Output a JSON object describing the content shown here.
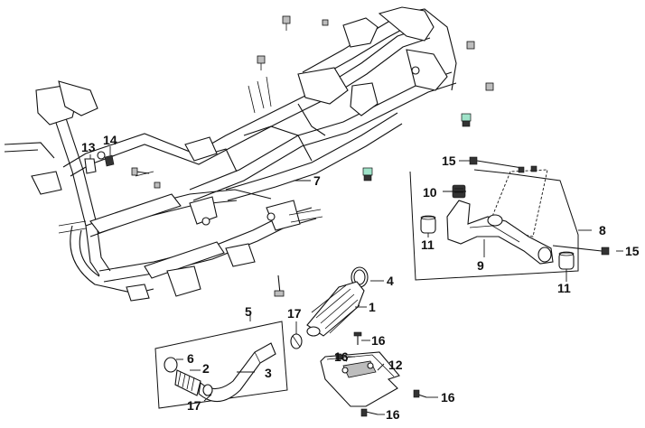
{
  "callouts": {
    "c1": "1",
    "c2": "2",
    "c3": "3",
    "c4": "4",
    "c5": "5",
    "c6": "6",
    "c7": "7",
    "c8": "8",
    "c9": "9",
    "c10": "10",
    "c11a": "11",
    "c11b": "11",
    "c12": "12",
    "c13": "13",
    "c14": "14",
    "c15a": "15",
    "c15b": "15",
    "c16a": "16",
    "c16b": "16",
    "c16c": "16",
    "c16d": "16",
    "c17a": "17",
    "c17b": "17"
  },
  "colors": {
    "line": "#111111",
    "accent_bolt": "#9fe3c9",
    "background": "#ffffff"
  }
}
